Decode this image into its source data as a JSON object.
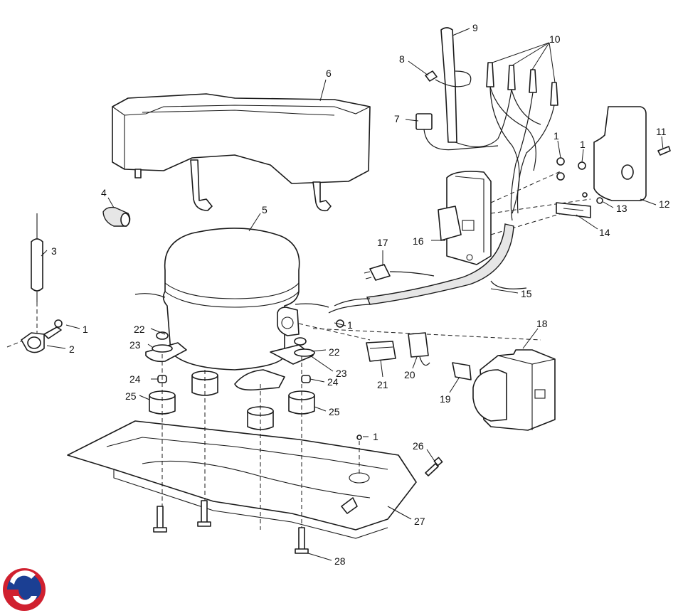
{
  "callouts": {
    "c1a": "1",
    "c1b": "1",
    "c1c": "1",
    "c1d": "1",
    "c1e": "1",
    "c2": "2",
    "c3": "3",
    "c4": "4",
    "c5": "5",
    "c6": "6",
    "c7": "7",
    "c8": "8",
    "c9": "9",
    "c10": "10",
    "c11": "11",
    "c12": "12",
    "c13": "13",
    "c14": "14",
    "c15": "15",
    "c16": "16",
    "c17": "17",
    "c18": "18",
    "c19": "19",
    "c20": "20",
    "c21": "21",
    "c22a": "22",
    "c22b": "22",
    "c23a": "23",
    "c23b": "23",
    "c24a": "24",
    "c24b": "24",
    "c25a": "25",
    "c25b": "25",
    "c26": "26",
    "c27": "27",
    "c28": "28"
  },
  "colors": {
    "line": "#1a1a1a",
    "logo_red": "#d0202f",
    "logo_blue": "#1b3f93"
  },
  "logo": {
    "icon": "swirl-logo-icon"
  }
}
